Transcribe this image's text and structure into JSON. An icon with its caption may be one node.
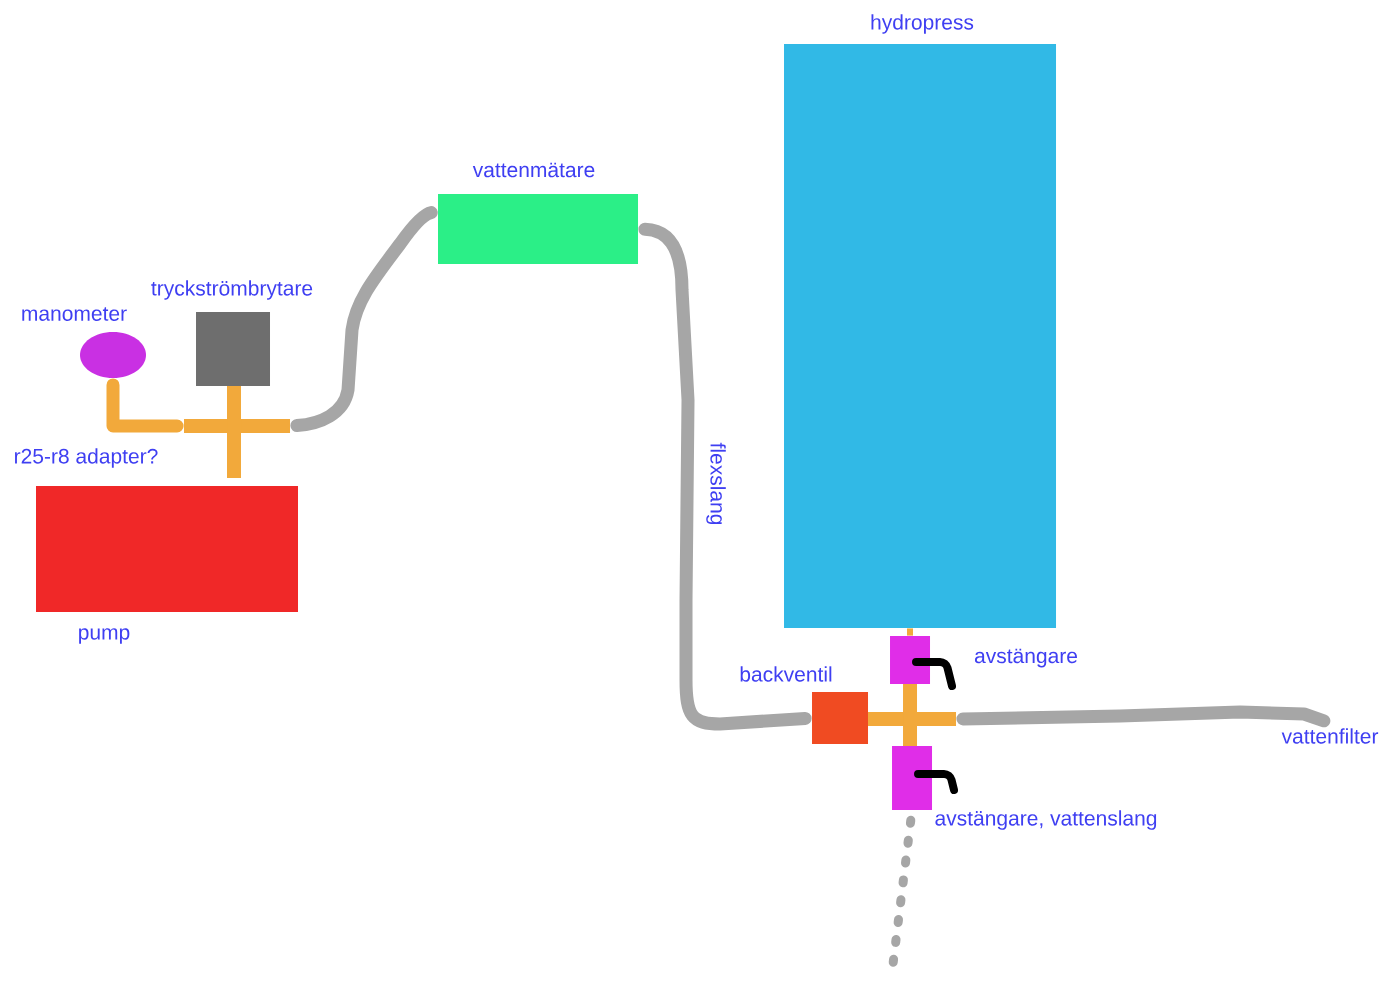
{
  "diagram": {
    "nodes": [
      {
        "text": [
          "hydropress"
        ]
      },
      {
        "text": [
          "vattenmätare"
        ]
      },
      {
        "text": [
          "manometer"
        ]
      },
      {
        "text": [
          "tryckströmbrytare"
        ]
      },
      {
        "text": [],
        "shape": "cross"
      },
      {
        "text": [
          "pump"
        ]
      },
      {
        "text": [
          "avstängare"
        ]
      },
      {
        "text": [
          "backventil"
        ]
      },
      {
        "text": [],
        "shape": "cross"
      },
      {
        "text": [
          "vattenfilter"
        ]
      },
      {
        "text": [
          "avstängare, vattenslang"
        ]
      }
    ],
    "edges": [
      {
        "from": 2,
        "to": 4,
        "arrow": "none",
        "color": "#f2a93b"
      },
      {
        "from": 4,
        "to": 1,
        "arrow": "none"
      },
      {
        "from": 1,
        "to": 7,
        "arrow": "none",
        "label": "flexslang"
      },
      {
        "from": 8,
        "to": 9,
        "arrow": "none"
      },
      {
        "from": 0,
        "to": 6,
        "arrow": "none",
        "color": "#f2a93b"
      },
      {
        "from": 10,
        "to": null,
        "arrow": "none",
        "style": "dashed"
      }
    ],
    "labels": [
      "r25-r8 adapter?"
    ]
  }
}
